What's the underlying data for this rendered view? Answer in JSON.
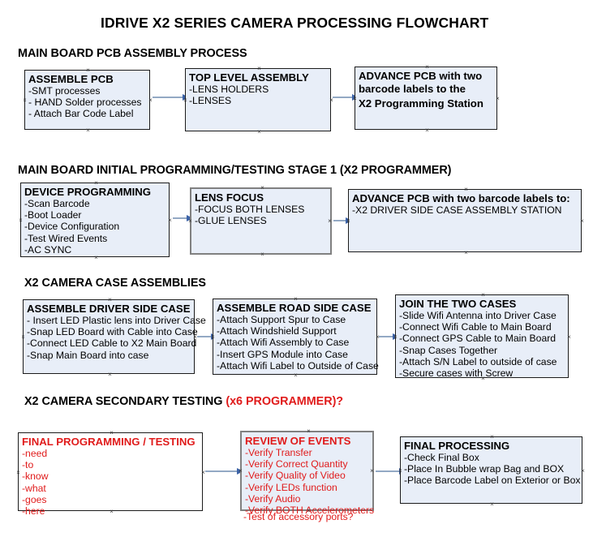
{
  "document": {
    "title": "IDRIVE X2  SERIES CAMERA PROCESSING FLOWCHART"
  },
  "colors": {
    "node_fill": "#e8eef8",
    "node_border": "#1b1b1b",
    "node_border_thick": "#808080",
    "accent_red": "#e01b1b",
    "arrow_line": "#93a9c4",
    "arrow_head": "#3c63a8",
    "text": "#000000",
    "page_background": "#ffffff"
  },
  "sections": [
    {
      "heading": "MAIN BOARD PCB ASSEMBLY PROCESS",
      "heading_accent": "",
      "nodes": [
        {
          "title": "ASSEMBLE PCB",
          "title_color": "black",
          "fill": "light-blue",
          "border": "thin-black",
          "lines": [
            "-SMT processes",
            "- HAND Solder processes",
            "- Attach Bar Code Label"
          ]
        },
        {
          "title": "TOP LEVEL ASSEMBLY",
          "title_color": "black",
          "fill": "light-blue",
          "border": "thin-black",
          "lines": [
            "-LENS HOLDERS",
            "-LENSES"
          ]
        },
        {
          "title": "ADVANCE PCB with two",
          "title_color": "black",
          "fill": "light-blue",
          "border": "thin-black",
          "bold_body": true,
          "lines": [
            "barcode labels to the",
            " X2 Programming Station"
          ]
        }
      ],
      "arrows": 2
    },
    {
      "heading": "MAIN BOARD INITIAL PROGRAMMING/TESTING STAGE 1 (X2 PROGRAMMER)",
      "heading_accent": "",
      "nodes": [
        {
          "title": "DEVICE PROGRAMMING",
          "title_color": "black",
          "fill": "light-blue",
          "border": "thin-black",
          "lines": [
            "-Scan Barcode",
            "-Boot Loader",
            "-Device Configuration",
            "-Test Wired Events",
            "-AC SYNC"
          ]
        },
        {
          "title": "LENS FOCUS",
          "title_color": "black",
          "fill": "light-blue",
          "border": "thick-gray",
          "lines": [
            "-FOCUS BOTH LENSES",
            "-GLUE LENSES"
          ]
        },
        {
          "title": "ADVANCE PCB with two barcode labels to:",
          "title_color": "black",
          "fill": "light-blue",
          "border": "thin-black",
          "lines": [
            "-X2 DRIVER  SIDE  CASE  ASSEMBLY STATION"
          ]
        }
      ],
      "arrows": 2
    },
    {
      "heading": "X2 CAMERA CASE ASSEMBLIES",
      "heading_accent": "",
      "nodes": [
        {
          "title": "ASSEMBLE DRIVER SIDE CASE",
          "title_color": "black",
          "fill": "light-blue",
          "border": "thin-black",
          "lines": [
            "- Insert LED Plastic lens into Driver Case",
            "-Snap LED Board with Cable into Case",
            "-Connect LED Cable to X2 Main Board",
            "-Snap Main Board into case"
          ]
        },
        {
          "title": "ASSEMBLE ROAD SIDE CASE",
          "title_color": "black",
          "fill": "light-blue",
          "border": "thin-black",
          "lines": [
            "-Attach Support Spur to Case",
            "-Attach Windshield Support",
            "-Attach Wifi Assembly to Case",
            "-Insert GPS Module into Case",
            "-Attach Wifi Label to Outside of Case"
          ]
        },
        {
          "title": "JOIN THE TWO CASES",
          "title_color": "black",
          "fill": "light-blue",
          "border": "thin-black",
          "lines": [
            "-Slide Wifi Antenna into Driver Case",
            "-Connect Wifi Cable to Main Board",
            "-Connect GPS Cable to Main Board",
            "-Snap Cases Together",
            "-Attach S/N Label to outside of case",
            "-Secure cases with Screw"
          ]
        }
      ],
      "arrows": 2
    },
    {
      "heading": "X2 CAMERA SECONDARY TESTING ",
      "heading_accent": "(x6 PROGRAMMER)?",
      "nodes": [
        {
          "title": "FINAL PROGRAMMING / TESTING",
          "title_color": "red",
          "fill": "white",
          "border": "thin-black",
          "lines": [
            "-need",
            "-to",
            "-know",
            "-what",
            "-goes",
            "-here"
          ]
        },
        {
          "title": "REVIEW OF EVENTS",
          "title_color": "red",
          "fill": "light-blue",
          "border": "thick-gray",
          "lines": [
            "-Verify Transfer",
            "-Verify Correct Quantity",
            "-Verify Quality of Video",
            "-Verify LEDs function",
            "-Verify Audio",
            "-Verify BOTH Accelerometers"
          ],
          "overflow_line": "-Test of accessory ports?"
        },
        {
          "title": "FINAL PROCESSING",
          "title_color": "black",
          "fill": "light-blue",
          "border": "thin-black",
          "lines": [
            " -Check Final Box",
            "-Place In Bubble wrap Bag and BOX",
            "-Place Barcode Label on Exterior or Box"
          ]
        }
      ],
      "arrows": 2
    }
  ]
}
